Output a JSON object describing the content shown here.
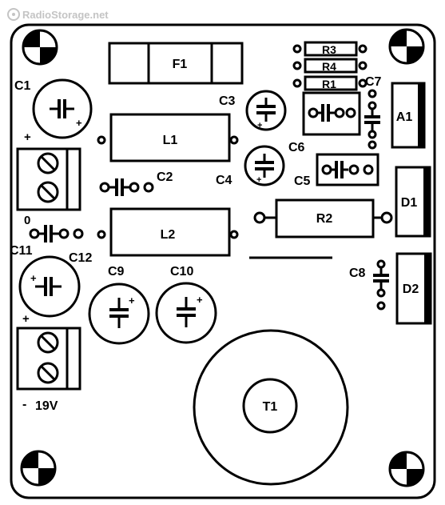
{
  "watermark": "RadioStorage.net",
  "labels": {
    "F1": "F1",
    "C1": "C1",
    "C2": "C2",
    "C3": "C3",
    "C4": "C4",
    "C5": "C5",
    "C6": "C6",
    "C7": "C7",
    "C8": "C8",
    "C9": "C9",
    "C10": "C10",
    "C11": "C11",
    "C12": "C12",
    "L1": "L1",
    "L2": "L2",
    "R1": "R1",
    "R2": "R2",
    "R3": "R3",
    "R4": "R4",
    "A1": "A1",
    "D1": "D1",
    "D2": "D2",
    "T1": "T1",
    "plus_top": "+",
    "zero": "0",
    "plus_bottom": "+",
    "minus_bottom": "-",
    "voltage": "19V"
  },
  "colors": {
    "ink": "#000000",
    "board": "#ffffff",
    "watermark": "#c4c4c4"
  }
}
